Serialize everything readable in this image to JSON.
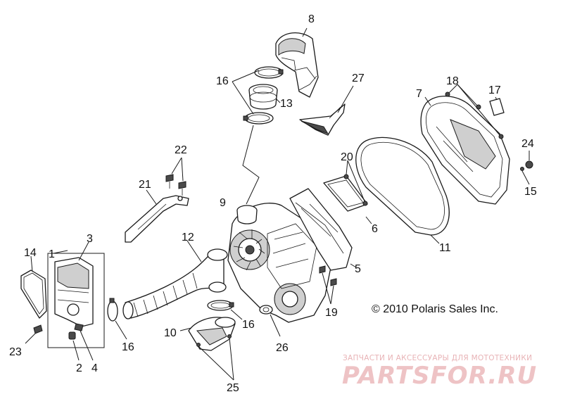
{
  "copyright": "© 2010 Polaris Sales Inc.",
  "watermark": {
    "tagline": "ЗАПЧАСТИ И АКСЕССУАРЫ ДЛЯ МОТОТЕХНИКИ",
    "logo": "PARTSFOR.RU"
  },
  "callouts": {
    "c1": "1",
    "c2": "2",
    "c3": "3",
    "c4": "4",
    "c5": "5",
    "c6": "6",
    "c7": "7",
    "c8": "8",
    "c9": "9",
    "c10": "10",
    "c11": "11",
    "c12": "12",
    "c13": "13",
    "c14": "14",
    "c15": "15",
    "c16a": "16",
    "c16b": "16",
    "c16c": "16",
    "c17": "17",
    "c18": "18",
    "c19": "19",
    "c20": "20",
    "c21": "21",
    "c22": "22",
    "c23": "23",
    "c24": "24",
    "c25": "25",
    "c26": "26",
    "c27": "27"
  }
}
